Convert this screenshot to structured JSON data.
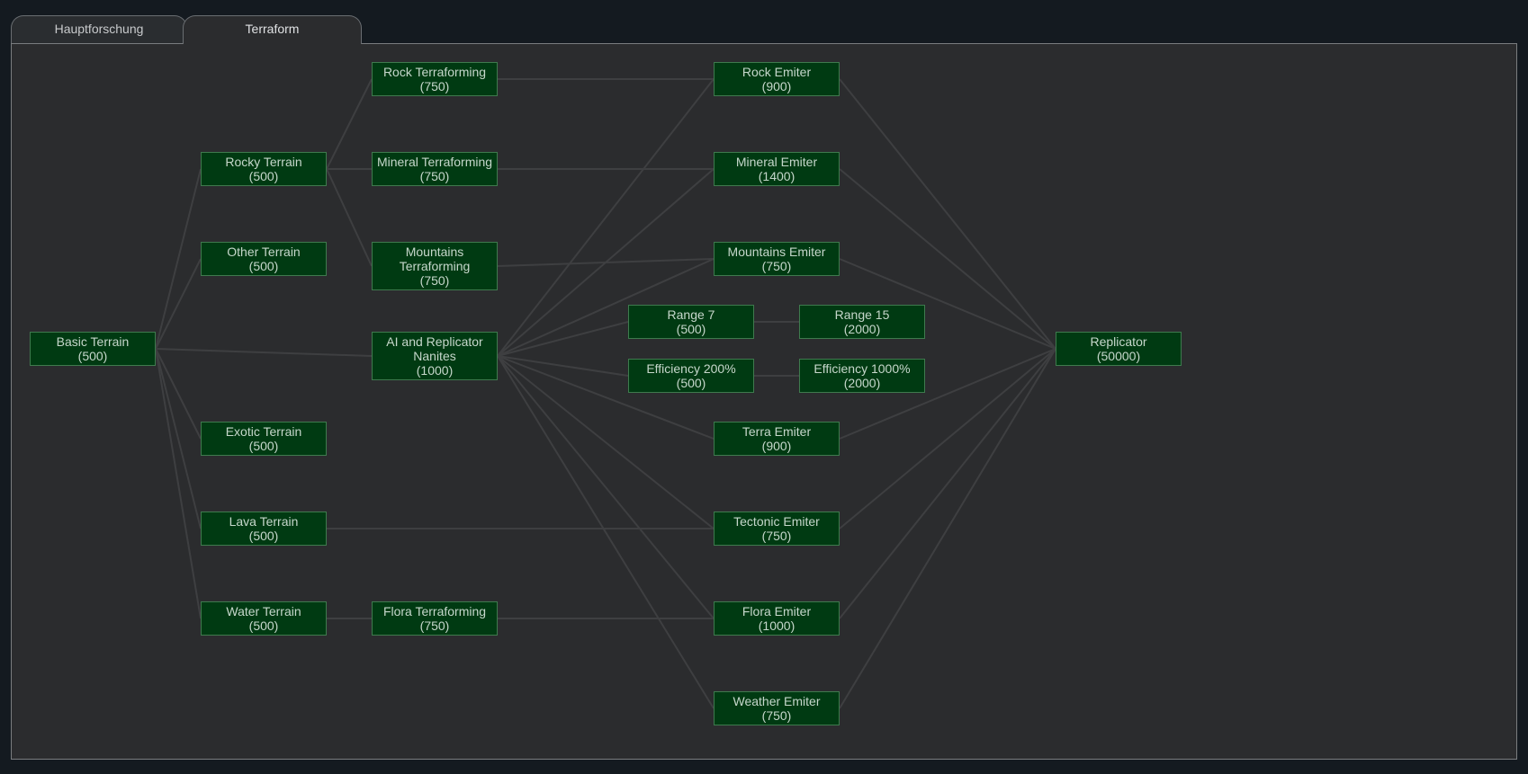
{
  "tabs": [
    {
      "label": "Hauptforschung",
      "active": false
    },
    {
      "label": "Terraform",
      "active": true
    }
  ],
  "colors": {
    "background": "#141a20",
    "panel": "#2b2c2e",
    "node_fill": "#003a12",
    "node_border": "#3f7a4e",
    "node_text": "#c6d7cb",
    "edge": "#3e3f41"
  },
  "nodes": [
    {
      "id": "basic",
      "label": "Basic Terrain",
      "cost": "(500)"
    },
    {
      "id": "rocky",
      "label": "Rocky Terrain",
      "cost": "(500)"
    },
    {
      "id": "other",
      "label": "Other Terrain",
      "cost": "(500)"
    },
    {
      "id": "exotic",
      "label": "Exotic Terrain",
      "cost": "(500)"
    },
    {
      "id": "lava",
      "label": "Lava Terrain",
      "cost": "(500)"
    },
    {
      "id": "water",
      "label": "Water Terrain",
      "cost": "(500)"
    },
    {
      "id": "rockterra",
      "label": "Rock Terraforming",
      "cost": "(750)"
    },
    {
      "id": "mineralterra",
      "label": "Mineral Terraforming",
      "cost": "(750)"
    },
    {
      "id": "mountainsterra",
      "label": "Mountains Terraforming",
      "cost": "(750)"
    },
    {
      "id": "ai",
      "label": "AI and Replicator Nanites",
      "cost": "(1000)"
    },
    {
      "id": "floraterra",
      "label": "Flora Terraforming",
      "cost": "(750)"
    },
    {
      "id": "range7",
      "label": "Range 7",
      "cost": "(500)"
    },
    {
      "id": "eff200",
      "label": "Efficiency 200%",
      "cost": "(500)"
    },
    {
      "id": "range15",
      "label": "Range 15",
      "cost": "(2000)"
    },
    {
      "id": "eff1000",
      "label": "Efficiency 1000%",
      "cost": "(2000)"
    },
    {
      "id": "rockem",
      "label": "Rock Emiter",
      "cost": "(900)"
    },
    {
      "id": "mineralem",
      "label": "Mineral Emiter",
      "cost": "(1400)"
    },
    {
      "id": "mountainsem",
      "label": "Mountains Emiter",
      "cost": "(750)"
    },
    {
      "id": "terraem",
      "label": "Terra Emiter",
      "cost": "(900)"
    },
    {
      "id": "tectonicem",
      "label": "Tectonic Emiter",
      "cost": "(750)"
    },
    {
      "id": "floraem",
      "label": "Flora Emiter",
      "cost": "(1000)"
    },
    {
      "id": "weatherem",
      "label": "Weather Emiter",
      "cost": "(750)"
    },
    {
      "id": "replicator",
      "label": "Replicator",
      "cost": "(50000)"
    }
  ],
  "edges": [
    [
      "basic",
      "rocky"
    ],
    [
      "basic",
      "other"
    ],
    [
      "basic",
      "ai"
    ],
    [
      "basic",
      "exotic"
    ],
    [
      "basic",
      "lava"
    ],
    [
      "basic",
      "water"
    ],
    [
      "rocky",
      "rockterra"
    ],
    [
      "rocky",
      "mineralterra"
    ],
    [
      "rocky",
      "mountainsterra"
    ],
    [
      "water",
      "floraterra"
    ],
    [
      "rockterra",
      "rockem"
    ],
    [
      "mineralterra",
      "mineralem"
    ],
    [
      "mountainsterra",
      "mountainsem"
    ],
    [
      "floraterra",
      "floraem"
    ],
    [
      "lava",
      "tectonicem"
    ],
    [
      "ai",
      "rockem"
    ],
    [
      "ai",
      "mineralem"
    ],
    [
      "ai",
      "mountainsem"
    ],
    [
      "ai",
      "range7"
    ],
    [
      "ai",
      "eff200"
    ],
    [
      "ai",
      "terraem"
    ],
    [
      "ai",
      "tectonicem"
    ],
    [
      "ai",
      "floraem"
    ],
    [
      "ai",
      "weatherem"
    ],
    [
      "range7",
      "range15"
    ],
    [
      "eff200",
      "eff1000"
    ],
    [
      "rockem",
      "replicator"
    ],
    [
      "mineralem",
      "replicator"
    ],
    [
      "mountainsem",
      "replicator"
    ],
    [
      "terraem",
      "replicator"
    ],
    [
      "tectonicem",
      "replicator"
    ],
    [
      "floraem",
      "replicator"
    ],
    [
      "weatherem",
      "replicator"
    ]
  ]
}
